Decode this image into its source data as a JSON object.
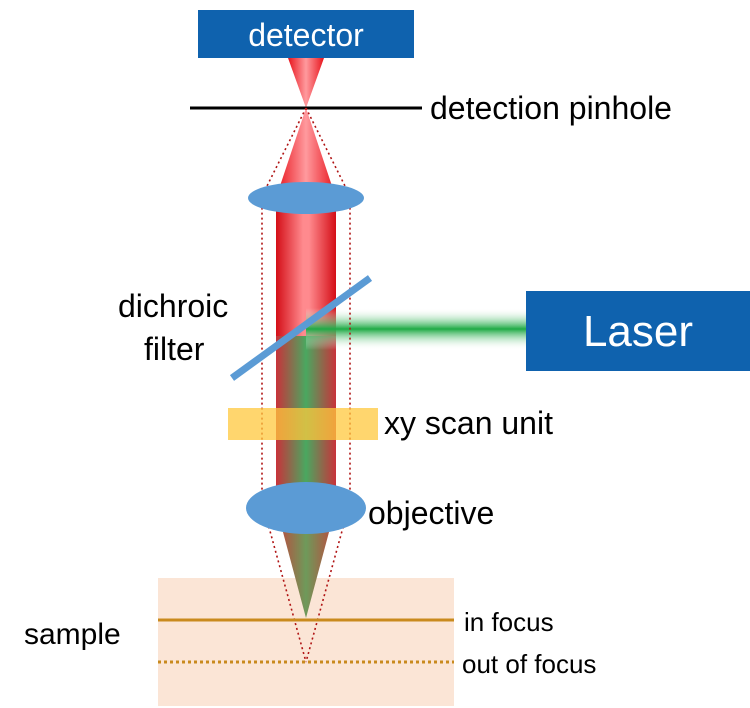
{
  "labels": {
    "detector": "detector",
    "detection_pinhole": "detection pinhole",
    "dichroic_line1": "dichroic",
    "dichroic_line2": "filter",
    "laser": "Laser",
    "xy_scan_unit": "xy scan unit",
    "objective": "objective",
    "sample": "sample",
    "in_focus": "in focus",
    "out_of_focus": "out of focus"
  },
  "colors": {
    "box_blue": "#0f62ae",
    "lens_blue": "#5b9bd5",
    "laser_green": "#22b14c",
    "emission_red": "#e8141c",
    "scan_yellow": "#ffc83d",
    "sample_bg": "#fbe5d6",
    "focus_line": "#c98a1e",
    "dotted_red": "#b01414"
  }
}
